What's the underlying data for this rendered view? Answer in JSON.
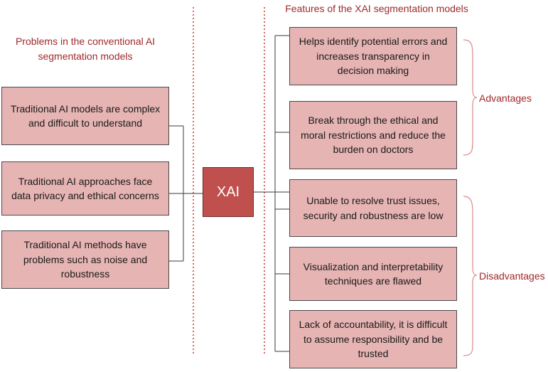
{
  "left_header": "Problems in the conventional AI segmentation models",
  "right_header": "Features of the XAI segmentation models",
  "center_label": "XAI",
  "problems": [
    {
      "text": "Traditional AI models are complex and difficult to understand"
    },
    {
      "text": "Traditional AI approaches face data privacy and ethical concerns"
    },
    {
      "text": "Traditional AI methods have problems such as noise and robustness"
    }
  ],
  "features": [
    {
      "text": "Helps identify potential errors and increases transparency in decision making"
    },
    {
      "text": "Break through the ethical and moral restrictions and reduce the burden on doctors"
    },
    {
      "text": "Unable to resolve trust issues, security and robustness are low"
    },
    {
      "text": "Visualization and interpretability techniques are flawed"
    },
    {
      "text": "Lack of accountability, it is difficult to assume responsibility and be trusted"
    }
  ],
  "groups": {
    "advantages": "Advantages",
    "disadvantages": "Disadvantages"
  },
  "colors": {
    "box_fill": "#e6b4b3",
    "center_fill": "#c0504d",
    "accent_text": "#a0282b",
    "divider": "#c0392b"
  }
}
